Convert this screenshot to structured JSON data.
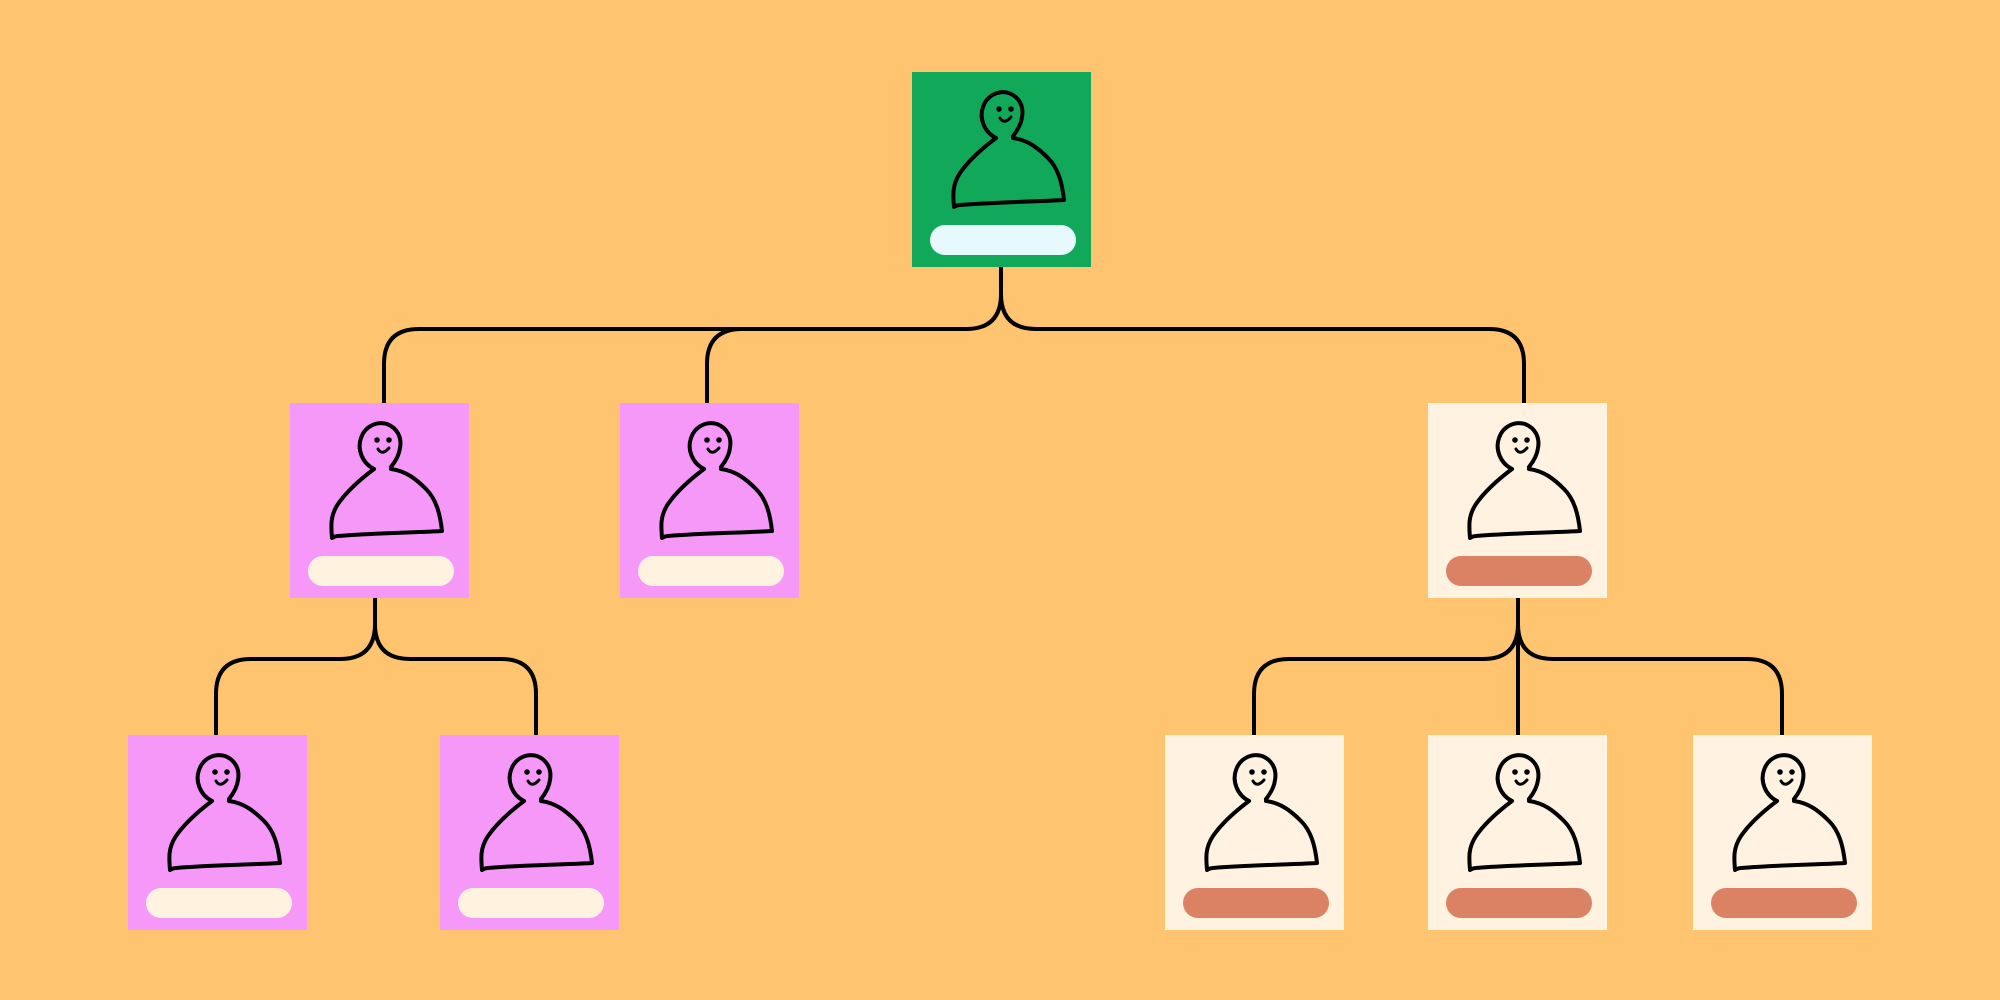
{
  "colors": {
    "background": "#FEC470",
    "connector": "#000000",
    "root_card": "#12A85A",
    "root_bar": "#E6FAFD",
    "pink_card": "#F598F8",
    "pink_bar": "#FFF3E0",
    "cream_card": "#FFF2E0",
    "cream_bar": "#DB8265"
  },
  "nodes": [
    {
      "id": "root",
      "variant": "root",
      "icon": "person-icon"
    },
    {
      "id": "left-manager",
      "variant": "pink",
      "icon": "person-icon"
    },
    {
      "id": "middle-manager",
      "variant": "pink",
      "icon": "person-icon"
    },
    {
      "id": "right-manager",
      "variant": "cream",
      "icon": "person-icon"
    },
    {
      "id": "left-report-1",
      "variant": "pink",
      "icon": "person-icon"
    },
    {
      "id": "left-report-2",
      "variant": "pink",
      "icon": "person-icon"
    },
    {
      "id": "right-report-1",
      "variant": "cream",
      "icon": "person-icon"
    },
    {
      "id": "right-report-2",
      "variant": "cream",
      "icon": "person-icon"
    },
    {
      "id": "right-report-3",
      "variant": "cream",
      "icon": "person-icon"
    }
  ]
}
